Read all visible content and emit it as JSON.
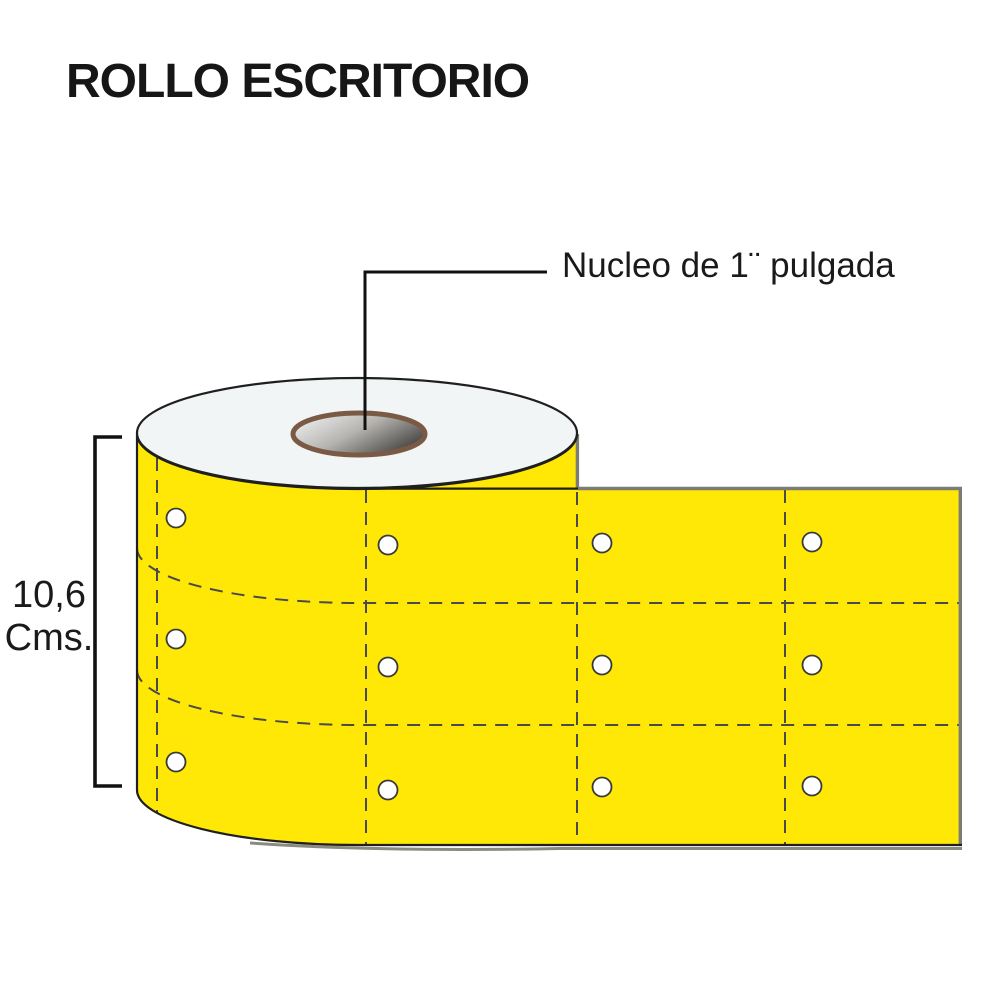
{
  "title": "ROLLO ESCRITORIO",
  "diagram": {
    "core_label": "Nucleo de 1¨ pulgada",
    "dimension": {
      "value": "10,6",
      "unit": "Cms."
    },
    "grid": {
      "columns": 4,
      "rows": 3,
      "holes": 12
    },
    "colors": {
      "label_yellow": "#FFE805",
      "roll_top_face": "#F1F5F6",
      "core_ring_brown": "#7A5A45",
      "edge_gray": "#7C7C74",
      "line_black": "#1F1F1F"
    }
  }
}
